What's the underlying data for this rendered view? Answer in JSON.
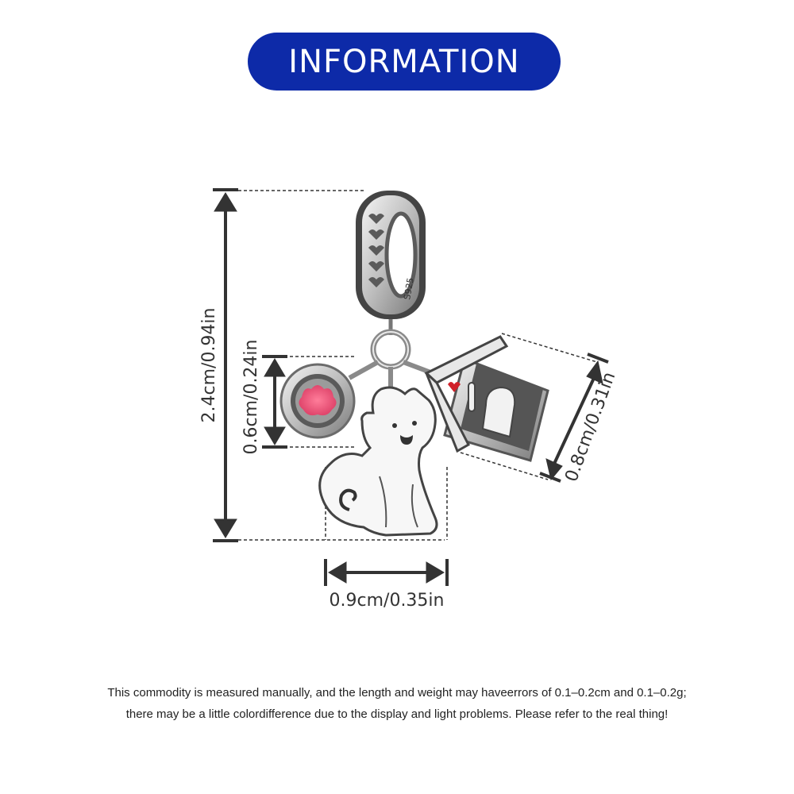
{
  "header": {
    "title": "INFORMATION"
  },
  "colors": {
    "banner": "#0d2aa8",
    "enamel_pink": "#f0567a",
    "heart_red": "#d0212a",
    "silver": "#c9c9c9",
    "dark_oxide": "#4a4a4a"
  },
  "dimensions": {
    "total_height": "2.4cm/0.94in",
    "charm_height": "0.6cm/0.24in",
    "house_height": "0.8cm/0.31in",
    "dog_width": "0.9cm/0.35in"
  },
  "product": {
    "stamp": "S925"
  },
  "disclaimer": {
    "line1": "This commodity is measured manually, and the length and weight may haveerrors of 0.1–0.2cm and 0.1–0.2g;",
    "line2": "there may be a little colordifference due to the display and light problems. Please refer to the real thing!"
  }
}
